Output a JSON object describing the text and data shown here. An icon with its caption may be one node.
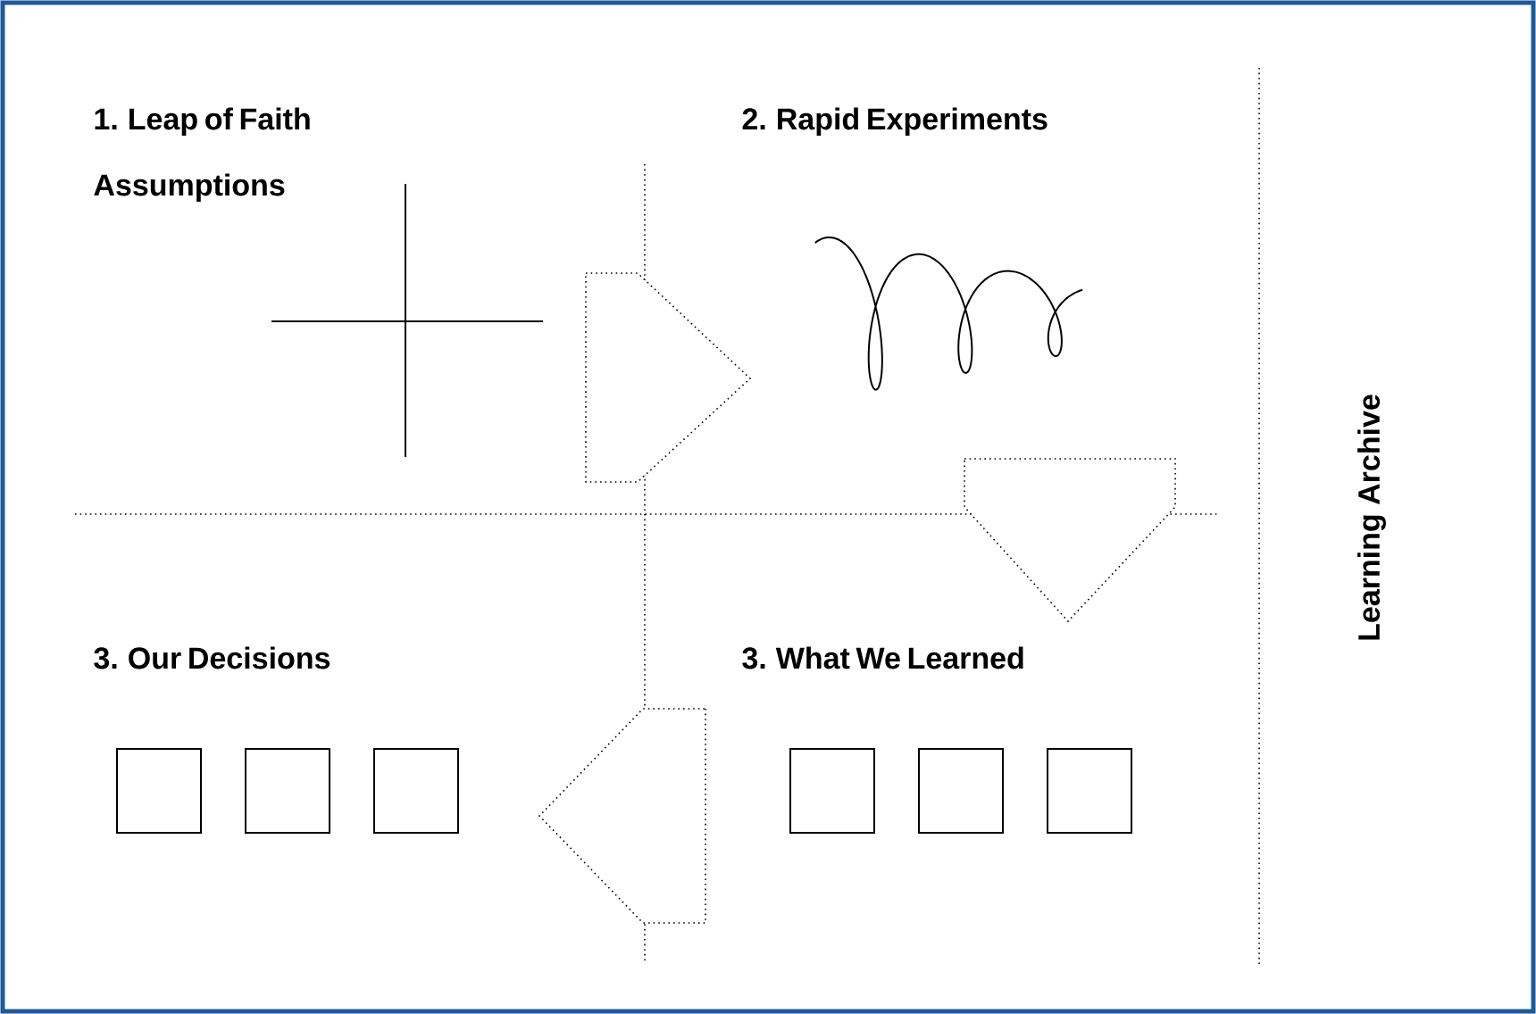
{
  "diagram": {
    "nodes": [
      {
        "text": [],
        "shape": "box"
      },
      {
        "text": [],
        "shape": "box"
      },
      {
        "text": [],
        "shape": "box"
      },
      {
        "text": [],
        "shape": "box"
      },
      {
        "text": [],
        "shape": "box"
      },
      {
        "text": [],
        "shape": "box"
      }
    ],
    "labels": [
      "1. Leap of Faith Assumptions",
      "2. Rapid Experiments",
      "3. Our Decisions",
      "3. What We Learned",
      "Learning Archive"
    ]
  }
}
